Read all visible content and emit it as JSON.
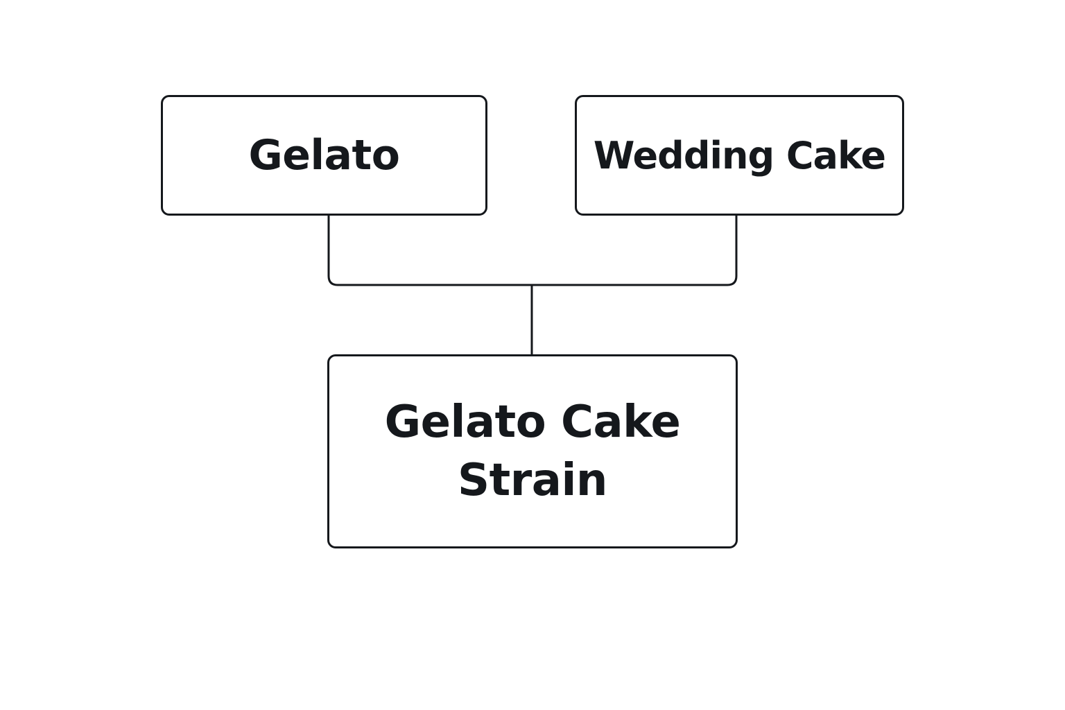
{
  "diagram": {
    "parents": [
      {
        "id": "gelato",
        "label": "Gelato"
      },
      {
        "id": "wedding_cake",
        "label": "Wedding Cake"
      }
    ],
    "child": {
      "id": "gelato_cake_strain",
      "label": "Gelato Cake Strain"
    },
    "edges": [
      {
        "from": "gelato",
        "to": "gelato_cake_strain"
      },
      {
        "from": "wedding_cake",
        "to": "gelato_cake_strain"
      }
    ],
    "colors": {
      "stroke": "#15181c",
      "text": "#15181c",
      "background": "#ffffff"
    }
  }
}
